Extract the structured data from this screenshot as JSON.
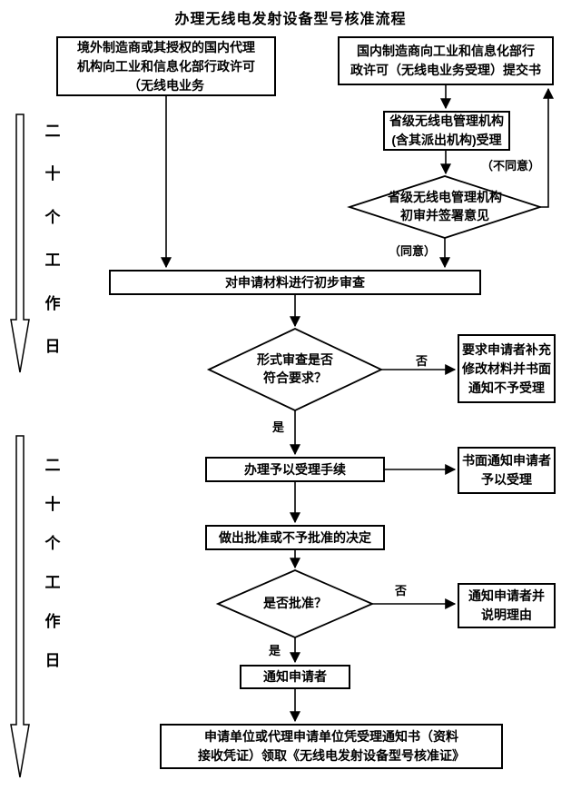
{
  "title": "办理无线电发射设备型号核准流程",
  "timeline": {
    "first": "二十个工作日",
    "second": "二十个工作日"
  },
  "nodes": {
    "overseas_manufacturer": "境外制造商或其授权的国内代理\n机构向工业和信息化部行政许可\n（无线电业务",
    "domestic_manufacturer": "国内制造商向工业和信息化部行\n政许可（无线电业务受理）提交书",
    "provincial_accept": "省级无线电管理机构\n(含其派出机构)受理",
    "provincial_review": "省级无线电管理机构\n初审并签署意见",
    "preliminary_review": "对申请材料进行初步审查",
    "form_review": "形式审查是否\n符合要求？",
    "supplement_notice": "要求申请者补充\n修改材料并书面\n通知不予受理",
    "accept_procedure": "办理予以受理手续",
    "written_accept_notice": "书面通知申请者\n予以受理",
    "approval_decision": "做出批准或不予批准的决定",
    "approve_question": "是否批准？",
    "reason_notice": "通知申请者并\n说明理由",
    "notify_applicant": "通知申请者",
    "certificate_collect": "申请单位或代理申请单位凭受理通知书（资料\n接收凭证）领取《无线电发射设备型号核准证》"
  },
  "labels": {
    "disagree": "（不同意）",
    "agree": "（同意）",
    "no1": "否",
    "yes1": "是",
    "no2": "否",
    "yes2": "是"
  },
  "colors": {
    "line": "#000000",
    "background": "#ffffff"
  }
}
